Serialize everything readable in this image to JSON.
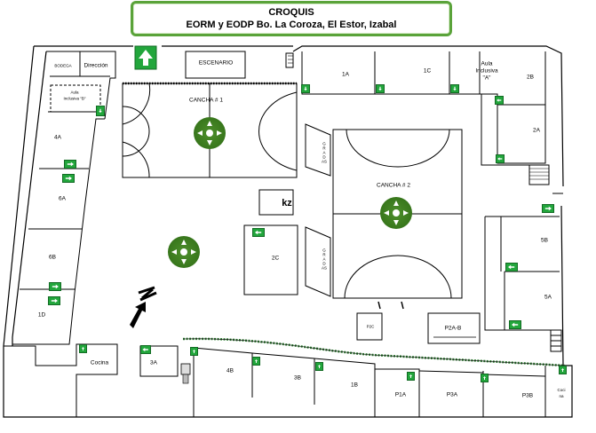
{
  "header": {
    "title": "CROQUIS",
    "subtitle": "EORM y EODP Bo. La Coroza, El Estor, Izabal"
  },
  "rooms": {
    "bodega": "BODEGA",
    "direccion": "Dirección",
    "escenario": "ESCENARIO",
    "r1a": "1A",
    "r1c": "1C",
    "aula_a_line1": "Aula",
    "aula_a_line2": "Inclusiva",
    "aula_a_line3": "\"A\"",
    "r2b": "2B",
    "aula_b_line1": "Aula",
    "aula_b_line2": "Inclusiva \"B\"",
    "r2a": "2A",
    "r4a": "4A",
    "r6a": "6A",
    "r6b": "6B",
    "r1d": "1D",
    "kz": "kz",
    "r2c": "2C",
    "r5b": "5B",
    "r5a": "5A",
    "p2c": "P2C",
    "p2ab": "P2A-B",
    "cocina": "Cocina",
    "r3a": "3A",
    "r4b": "4B",
    "r3b": "3B",
    "r1b": "1B",
    "p1a": "P1A",
    "p3a": "P3A",
    "p3b": "P3B",
    "cocina_small": "Coci na"
  },
  "courts": {
    "cancha1": "CANCHA # 1",
    "cancha2": "CANCHA # 2"
  },
  "bleachers": {
    "grada1": "GRADAS",
    "grada2": "GRADAS"
  },
  "legend": {
    "colors": {
      "exit_green": "#22a63c",
      "assembly_green": "#3b7a1e",
      "fence": "#2e7d32"
    }
  }
}
